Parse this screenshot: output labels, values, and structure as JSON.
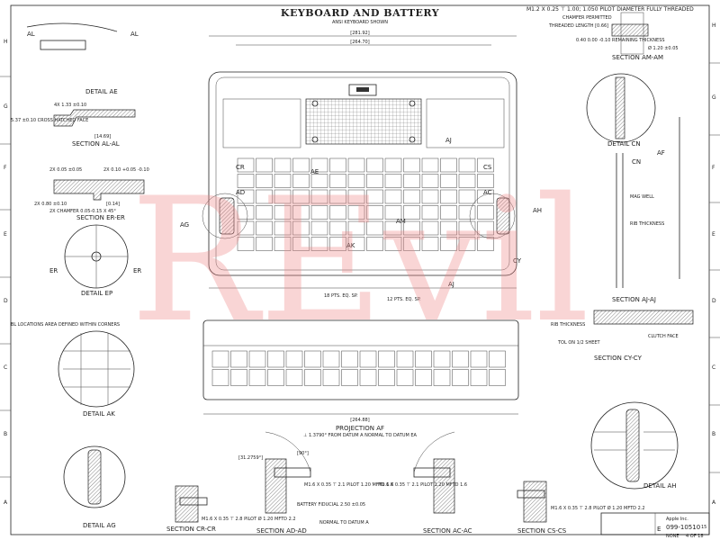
{
  "title": "KEYBOARD AND BATTERY",
  "subtitle": "ANSI KEYBOARD SHOWN",
  "watermark": "REvil",
  "zones_left": [
    "H",
    "G",
    "F",
    "E",
    "D",
    "C",
    "B",
    "A"
  ],
  "zones_right": [
    "H",
    "G",
    "F",
    "E",
    "D",
    "C",
    "B",
    "A"
  ],
  "views": {
    "detail_ae": "DETAIL AE",
    "section_al": "SECTION AL-AL",
    "section_er": "SECTION ER-ER",
    "detail_ep": "DETAIL EP",
    "detail_ak": "DETAIL AK",
    "detail_ag": "DETAIL AG",
    "section_cr": "SECTION CR-CR",
    "section_ad": "SECTION AD-AD",
    "projection_af": "PROJECTION AF",
    "projection_af_note": "⊥ 1.3790° FROM DATUM A NORMAL TO DATUM EA",
    "section_ac": "SECTION AC-AC",
    "section_cs": "SECTION CS-CS",
    "detail_ah": "DETAIL AH",
    "section_cy": "SECTION CY-CY",
    "section_aj": "SECTION AJ-AJ",
    "detail_cn": "DETAIL CN",
    "section_am": "SECTION AM-AM"
  },
  "callouts": {
    "al": "AL",
    "ae": "AE",
    "aj": "AJ",
    "ak": "AK",
    "am": "AM",
    "ag": "AG",
    "ah": "AH",
    "ad": "AD",
    "ac": "AC",
    "cr": "CR",
    "cs": "CS",
    "cy": "CY",
    "cn": "CN",
    "af": "AF",
    "er": "ER",
    "ep": "EP"
  },
  "notes": {
    "al_dim": "4X 1.33 ±0.10",
    "al_width": "[14.69]",
    "cross_hatched": "5.37 ±0.10 CROSS HATCHED FACE",
    "er_dim1": "2X 0.05 ±0.05",
    "er_dim2": "2X 0.10 +0.05 -0.10",
    "er_dim3": "2X 0.80 ±0.10",
    "er_chamfer": "2X CHAMFER 0.05-0.15 X 45°",
    "er_ref": "[0.14]",
    "am_chamfer": "CHAMFER PERMITTED",
    "am_thread": "THREADED LENGTH [0.66]",
    "am_remain": "0.40 0.00 -0.10 REMAINING THICKNESS",
    "am_pilot": "M1.2 X 0.25 ⊤ 1.00; 1.050 PILOT DIAMETER FULLY THREADED",
    "am_dia": "Ø 1.20 ±0.05",
    "cr_thread": "M1.6 X 0.35 ⊤ 2.8 PILOT Ø 1.20 MFTD 2.2",
    "ad_thread": "M1.6 X 0.35 ⊤ 2.1 PILOT 1.20 MFTD 1.6",
    "ad_angle": "[31.2759°]",
    "ad_angle2": "[90°]",
    "battery_fiducial": "BATTERY FIDUCIAL 2.50 ±0.05",
    "normal_datum": "NORMAL TO DATUM A",
    "cs_thread": "M1.6 X 0.35 ⊤ 2.8 PILOT Ø 1.20 MFTD 2.2",
    "pitch": "18 PTS. EQ. SP.",
    "pitch2": "12 PTS. EQ. SP.",
    "mag_well": "MAG WELL",
    "rib_thickness": "RIB THICKNESS",
    "clutch_face": "CLUTCH FACE",
    "tol_note": "TOL ON 1/2 SHEET",
    "bl_locations": "BL LOCATIONS AREA DEFINED WITHIN CORNERS",
    "dim_top1": "[281.92]",
    "dim_top2": "[264.70]",
    "dim_bottom": "[264.88]"
  },
  "title_block": {
    "company": "Apple Inc.",
    "size": "E",
    "drawing_number": "099-10510",
    "revision": "15",
    "scale": "NONE",
    "sheet": "4 OF 18"
  }
}
